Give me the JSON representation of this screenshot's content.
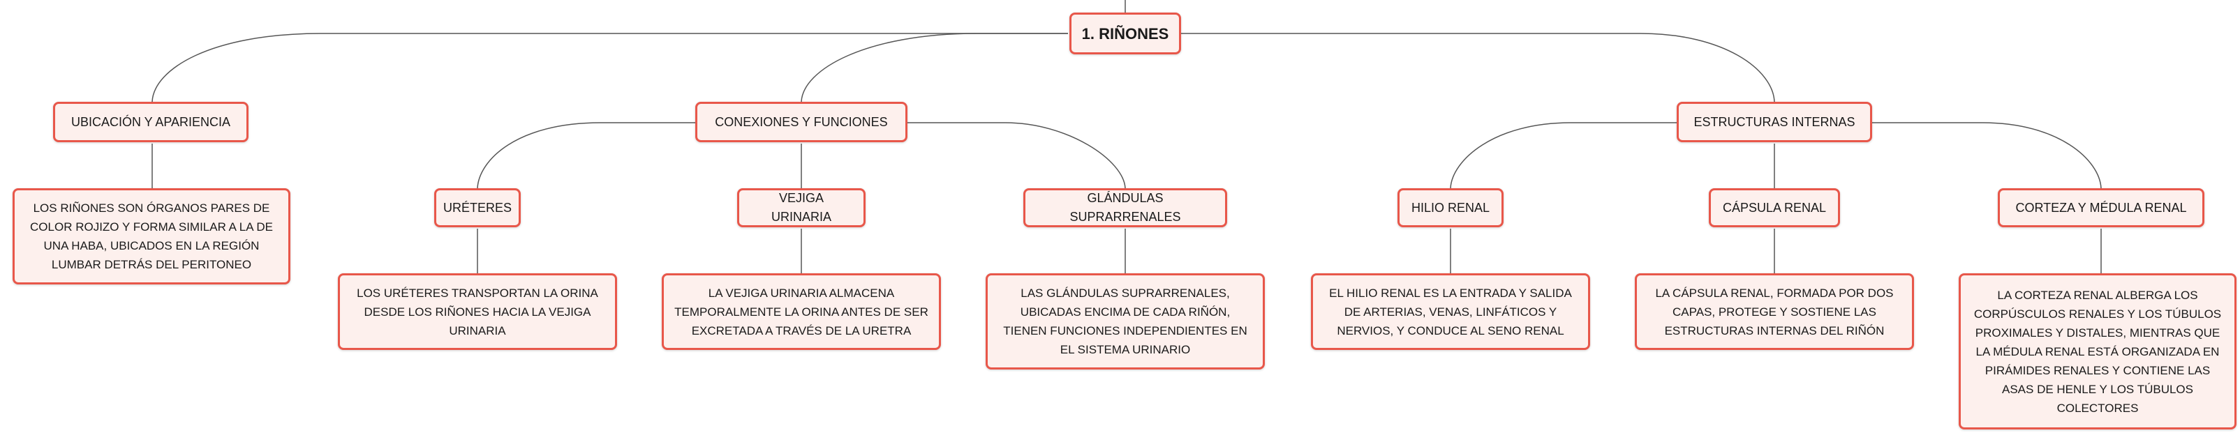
{
  "root": {
    "label": "1. RIÑONES"
  },
  "branches": [
    {
      "label": "UBICACIÓN Y APARIENCIA",
      "description": "LOS RIÑONES SON ÓRGANOS PARES DE COLOR ROJIZO Y FORMA SIMILAR A LA DE UNA HABA, UBICADOS EN LA REGIÓN LUMBAR DETRÁS DEL PERITONEO"
    },
    {
      "label": "CONEXIONES Y FUNCIONES",
      "children": [
        {
          "label": "URÉTERES",
          "description": "LOS URÉTERES TRANSPORTAN LA ORINA DESDE LOS RIÑONES HACIA LA VEJIGA URINARIA"
        },
        {
          "label": "VEJIGA URINARIA",
          "description": "LA VEJIGA URINARIA ALMACENA TEMPORALMENTE LA ORINA ANTES DE SER EXCRETADA A TRAVÉS DE LA URETRA"
        },
        {
          "label": "GLÁNDULAS SUPRARRENALES",
          "description": "LAS GLÁNDULAS SUPRARRENALES, UBICADAS ENCIMA DE CADA RIÑÓN, TIENEN FUNCIONES INDEPENDIENTES EN EL SISTEMA URINARIO"
        }
      ]
    },
    {
      "label": "ESTRUCTURAS INTERNAS",
      "children": [
        {
          "label": "HILIO RENAL",
          "description": "EL HILIO RENAL ES LA ENTRADA Y SALIDA DE ARTERIAS, VENAS, LINFÁTICOS Y NERVIOS, Y CONDUCE AL SENO RENAL"
        },
        {
          "label": "CÁPSULA RENAL",
          "description": "LA CÁPSULA RENAL, FORMADA POR DOS CAPAS, PROTEGE Y SOSTIENE LAS ESTRUCTURAS INTERNAS DEL RIÑÓN"
        },
        {
          "label": "CORTEZA Y MÉDULA RENAL",
          "description": "LA CORTEZA RENAL ALBERGA LOS CORPÚSCULOS RENALES Y LOS TÚBULOS PROXIMALES Y DISTALES, MIENTRAS QUE LA MÉDULA RENAL ESTÁ ORGANIZADA EN PIRÁMIDES RENALES Y CONTIENE LAS ASAS DE HENLE Y LOS TÚBULOS COLECTORES"
        }
      ]
    }
  ],
  "colors": {
    "border": "#e8574a",
    "fill": "#fdf0ed",
    "line": "#555555"
  }
}
